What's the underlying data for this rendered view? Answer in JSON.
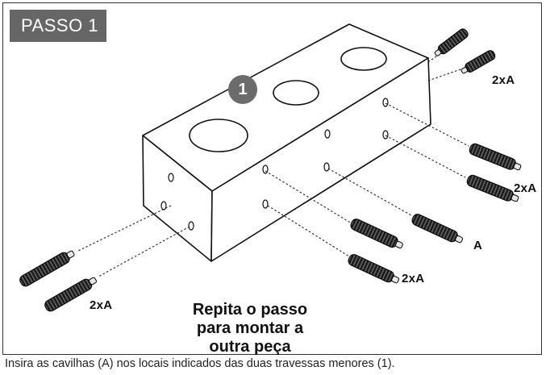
{
  "step": {
    "title": "PASSO 1"
  },
  "part": {
    "number": "1"
  },
  "labels": {
    "top_right": "2xA",
    "right_upper": "2xA",
    "middle": "A",
    "middle_lower": "2xA",
    "bottom_left": "2xA"
  },
  "note": {
    "repeat_text": "Repita o passo\npara montar a\noutra peça"
  },
  "caption": {
    "text": "Insira as cavilhas (A) nos locais indicados das duas travessas menores (1)."
  },
  "colors": {
    "badge": "#666666",
    "dowel": "#1a1a1a",
    "frame": "#333333"
  }
}
